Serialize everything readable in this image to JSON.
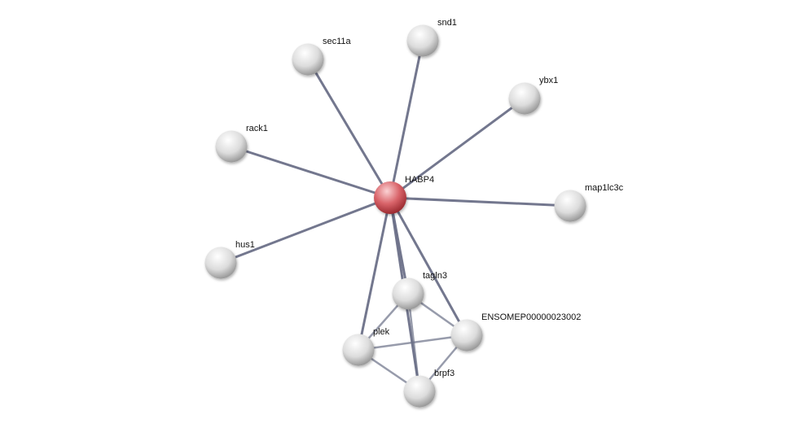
{
  "network": {
    "nodes": [
      {
        "id": "HABP4",
        "label": "HABP4",
        "query": true
      },
      {
        "id": "sec11a",
        "label": "sec11a"
      },
      {
        "id": "snd1",
        "label": "snd1"
      },
      {
        "id": "ybx1",
        "label": "ybx1"
      },
      {
        "id": "rack1",
        "label": "rack1"
      },
      {
        "id": "map1lc3c",
        "label": "map1lc3c"
      },
      {
        "id": "hus1",
        "label": "hus1"
      },
      {
        "id": "tagln3",
        "label": "tagln3"
      },
      {
        "id": "ENSOMEP",
        "label": "ENSOMEP00000023002"
      },
      {
        "id": "plek",
        "label": "plek"
      },
      {
        "id": "brpf3",
        "label": "brpf3"
      }
    ],
    "edges": [
      [
        "HABP4",
        "sec11a"
      ],
      [
        "HABP4",
        "snd1"
      ],
      [
        "HABP4",
        "ybx1"
      ],
      [
        "HABP4",
        "rack1"
      ],
      [
        "HABP4",
        "map1lc3c"
      ],
      [
        "HABP4",
        "hus1"
      ],
      [
        "HABP4",
        "tagln3"
      ],
      [
        "HABP4",
        "ENSOMEP"
      ],
      [
        "HABP4",
        "plek"
      ],
      [
        "HABP4",
        "brpf3"
      ],
      [
        "tagln3",
        "plek"
      ],
      [
        "tagln3",
        "ENSOMEP"
      ],
      [
        "tagln3",
        "brpf3"
      ],
      [
        "plek",
        "ENSOMEP"
      ],
      [
        "plek",
        "brpf3"
      ],
      [
        "ENSOMEP",
        "brpf3"
      ]
    ],
    "colors": {
      "query_node": "#d9646a",
      "node": "#dcdcdc",
      "edge": "#6b7088"
    }
  }
}
